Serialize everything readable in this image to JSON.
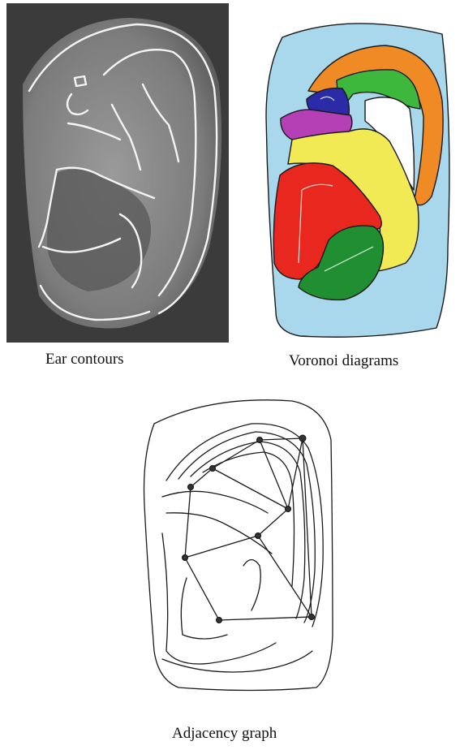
{
  "figure": {
    "panels": [
      {
        "id": "ear-contours",
        "caption": "Ear contours",
        "colors": {
          "background": "#3b3b3b",
          "ear": "#8a8a8a",
          "contour": "#f4f4f4"
        }
      },
      {
        "id": "voronoi-diagrams",
        "caption": "Voronoi diagrams",
        "region_colors": {
          "outer": "#a9d8ec",
          "helix": "#f08a24",
          "antihelix-upper": "#3db83d",
          "crus": "#2b2ba8",
          "crus-lower": "#b53fb5",
          "antihelix": "#f2ea55",
          "concha-upper": "#e8271f",
          "concha-lower": "#1f8f32"
        }
      },
      {
        "id": "adjacency-graph",
        "caption": "Adjacency graph",
        "colors": {
          "line": "#1a1a1a",
          "node": "#333333"
        }
      }
    ]
  }
}
